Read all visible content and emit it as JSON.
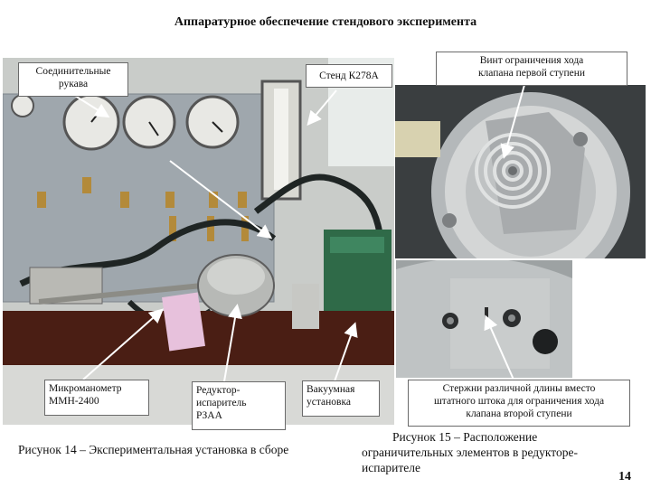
{
  "slide": {
    "title": "Аппаратурное обеспечение стендового эксперимента",
    "page_number": "14"
  },
  "callouts": {
    "hoses": [
      "Соединительные",
      "рукава"
    ],
    "stand": "Стенд К278А",
    "screw": [
      "Винт ограничения хода",
      "клапана первой ступени"
    ],
    "micromanometer": [
      "Микроманометр",
      "ММН-2400"
    ],
    "reducer": [
      "Редуктор-",
      "испаритель",
      "РЗАА"
    ],
    "vacuum": [
      "Вакуумная",
      "установка"
    ],
    "rods": [
      "Стержни различной длины вместо",
      "штатного штока для ограничения хода",
      "клапана второй ступени"
    ]
  },
  "captions": {
    "fig14": "Рисунок 14 – Экспериментальная установка в сборе",
    "fig15": [
      "Рисунок 15 – Расположение",
      "ограничительных элементов в редукторе-",
      "испарителе"
    ]
  },
  "colors": {
    "callout_border": "#6a6a6a",
    "arrow": "#ffffff",
    "panel": "#9fa7ad",
    "table": "#4a1e14"
  }
}
